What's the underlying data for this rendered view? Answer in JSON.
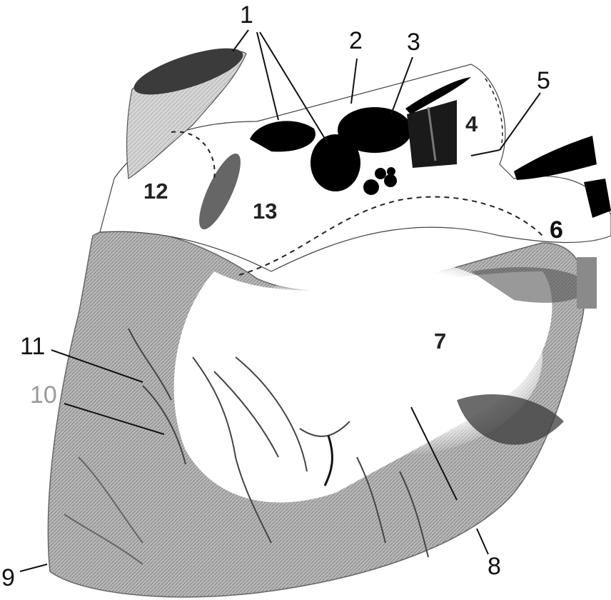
{
  "labels": {
    "l1": "1",
    "l2": "2",
    "l3": "3",
    "l4": "4",
    "l5": "5",
    "l6": "6",
    "l7": "7",
    "l8": "8",
    "l9": "9",
    "l10": "10",
    "l11": "11",
    "l12": "12",
    "l13": "13"
  },
  "colors": {
    "outline": "#111111",
    "shading": "#8c8c8c",
    "vessel_fill": "#000000",
    "surface": "#ffffff"
  }
}
